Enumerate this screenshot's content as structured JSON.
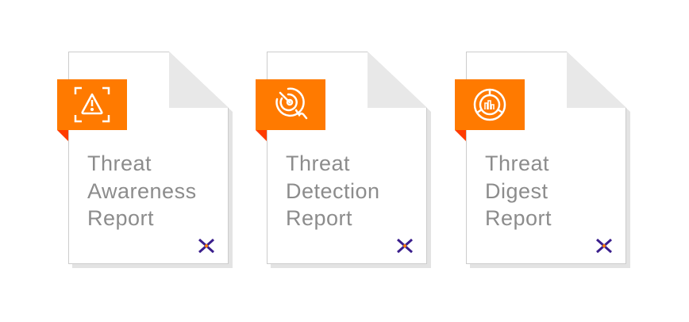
{
  "reports": [
    {
      "icon": "warning-icon",
      "lines": [
        "Threat",
        "Awareness",
        "Report"
      ]
    },
    {
      "icon": "radar-search-icon",
      "lines": [
        "Threat",
        "Detection",
        "Report"
      ]
    },
    {
      "icon": "chart-target-icon",
      "lines": [
        "Threat",
        "Digest",
        "Report"
      ]
    }
  ],
  "colors": {
    "accent": "#ff7a00",
    "tab": "#ff3c00",
    "logo": "#3a1e8c",
    "text": "#8c8c8c"
  }
}
